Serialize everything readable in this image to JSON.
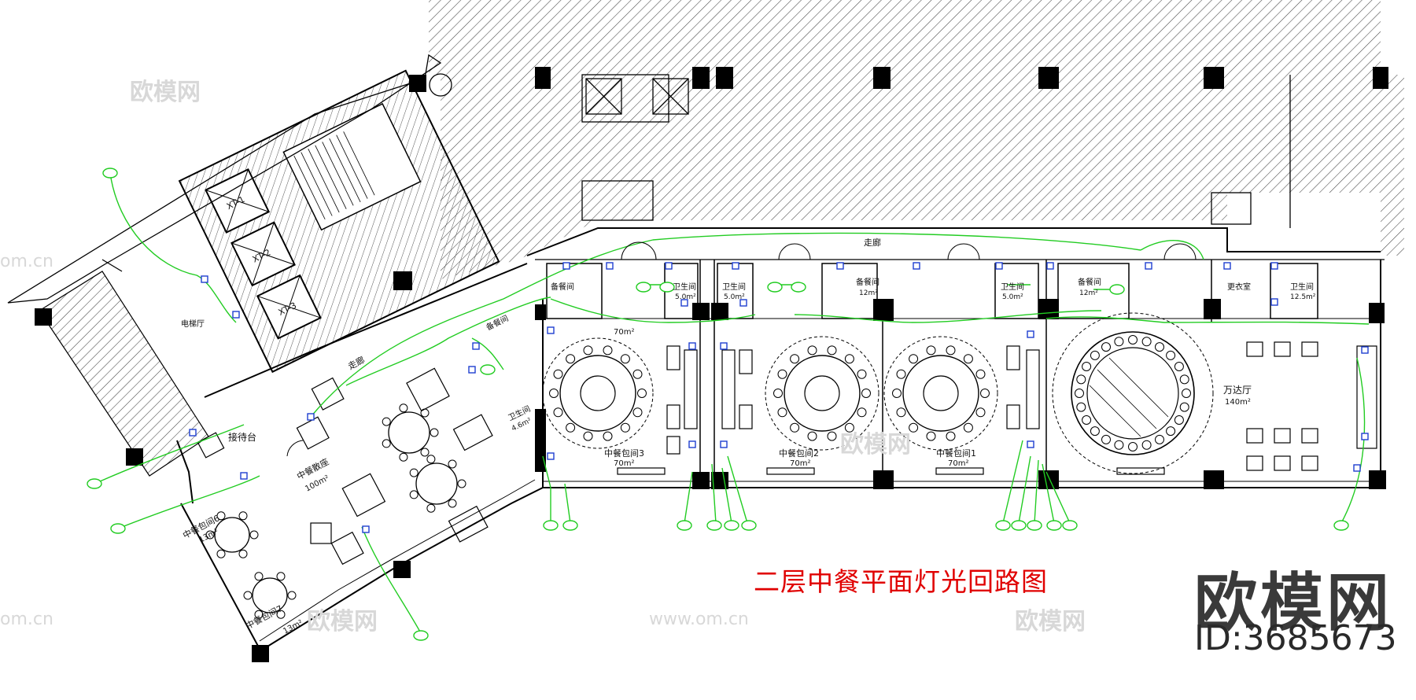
{
  "title": "二层中餐平面灯光回路图",
  "watermark": {
    "brand": "欧模网",
    "id": "ID:3685673",
    "url": "www.om.cn",
    "url_short": "om.cn"
  },
  "colors": {
    "title": "#e00000",
    "circuit": "#22cc22",
    "wall": "#000000",
    "hatch": "#555555"
  },
  "rooms": {
    "corridor_top": "走廊",
    "corridor_left": "走廊",
    "elevator_hall": "电梯厅",
    "reception": "接待台",
    "hall": "中餐散座",
    "hall_area": "100m²",
    "pantry_a": "备餐间",
    "pantry_b": "备餐间",
    "pantry_c": "备餐间",
    "pantry_c_area": "12m²",
    "pantry_d": "备餐间",
    "pantry_d_area": "12m²",
    "wc_a": "卫生间",
    "wc_a_area": "5.0m²",
    "wc_b": "卫生间",
    "wc_b_area": "5.0m²",
    "wc_c": "卫生间",
    "wc_c_area": "5.0m²",
    "wc_d": "卫生间",
    "wc_d_area": "12.5m²",
    "wc_e": "卫生间",
    "wc_e_area": "4.6m²",
    "changing": "更衣室",
    "room1": "中餐包间1",
    "room1_area": "70m²",
    "room2": "中餐包间2",
    "room2_area": "70m²",
    "room3": "中餐包间3",
    "room3_area": "70m²",
    "room3_top_area": "70m²",
    "room6": "中餐包间6",
    "room6_area": "13m²",
    "room7": "中餐包间7",
    "room7_area": "13m²",
    "banquet": "万达厅",
    "banquet_area": "140m²",
    "elevator_1": "XT-1",
    "elevator_2": "XT-2",
    "elevator_3": "XT-3"
  }
}
